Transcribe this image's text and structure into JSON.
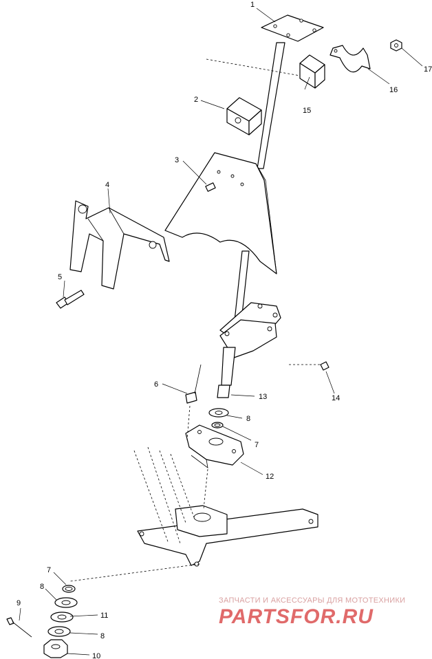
{
  "callouts": [
    {
      "id": "c1",
      "text": "1"
    },
    {
      "id": "c2",
      "text": "2"
    },
    {
      "id": "c3",
      "text": "3"
    },
    {
      "id": "c4",
      "text": "4"
    },
    {
      "id": "c5",
      "text": "5"
    },
    {
      "id": "c6",
      "text": "6"
    },
    {
      "id": "c7a",
      "text": "7"
    },
    {
      "id": "c7b",
      "text": "7"
    },
    {
      "id": "c8a",
      "text": "8"
    },
    {
      "id": "c8b",
      "text": "8"
    },
    {
      "id": "c8c",
      "text": "8"
    },
    {
      "id": "c9",
      "text": "9"
    },
    {
      "id": "c10",
      "text": "10"
    },
    {
      "id": "c11",
      "text": "11"
    },
    {
      "id": "c12",
      "text": "12"
    },
    {
      "id": "c13",
      "text": "13"
    },
    {
      "id": "c14",
      "text": "14"
    },
    {
      "id": "c15",
      "text": "15"
    },
    {
      "id": "c16",
      "text": "16"
    },
    {
      "id": "c17",
      "text": "17"
    }
  ],
  "watermark": {
    "tagline": "ЗАПЧАСТИ И АКСЕССУАРЫ ДЛЯ МОТОТЕХНИКИ",
    "brand": "PARTSFOR.RU",
    "color": "#e06a6a"
  }
}
